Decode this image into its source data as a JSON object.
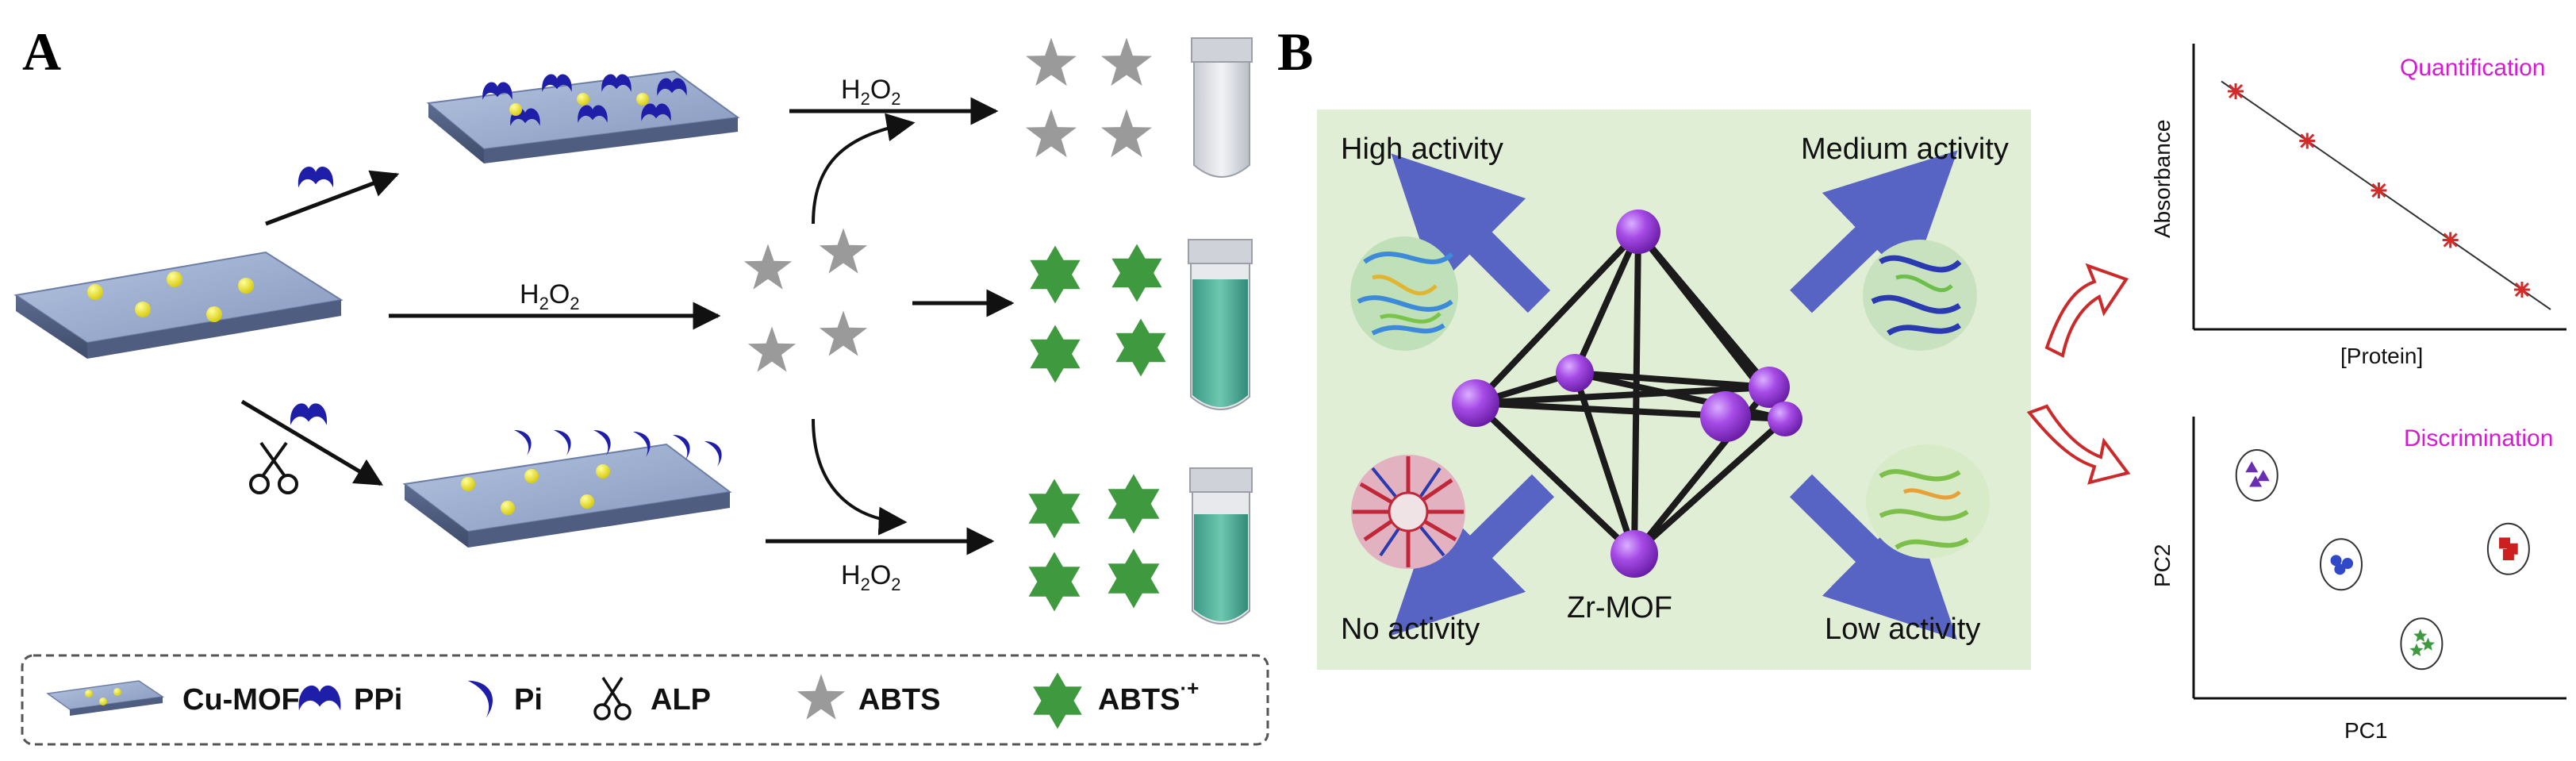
{
  "panel_a": {
    "letter": "A",
    "h2o2_top": "H",
    "h2o2_mid": "H",
    "h2o2_bot": "H",
    "h2o2_sub": "2",
    "h2o2_o": "O",
    "legend": {
      "cu_mof": "Cu-MOF",
      "ppi": "PPi",
      "pi": "Pi",
      "alp": "ALP",
      "abts": "ABTS",
      "abts_rad": "ABTS",
      "abts_rad_sup": "·+"
    }
  },
  "panel_b": {
    "letter": "B",
    "high": "High activity",
    "medium": "Medium activity",
    "none": "No activity",
    "low": "Low activity",
    "mof": "Zr-MOF",
    "quant": {
      "title": "Quantification",
      "ylabel": "Absorbance",
      "xlabel": "[Protein]"
    },
    "disc": {
      "title": "Discrimination",
      "ylabel": "PC2",
      "xlabel": "PC1"
    }
  },
  "colors": {
    "ppi": "#1e1ea8",
    "abts": "#9a9a9a",
    "abts_rad": "#3f9a3f",
    "mof_node": "#a64be6",
    "bg_green": "#e1eed6",
    "arrow_blue": "#5864c4",
    "magenta": "#d41ccf",
    "red_arrow": "#cc2a2a"
  },
  "chart_data": [
    {
      "type": "scatter",
      "title": "Quantification",
      "xlabel": "[Protein]",
      "ylabel": "Absorbance",
      "x": [
        1,
        2,
        3,
        4,
        5
      ],
      "y": [
        5,
        4,
        3,
        2,
        1
      ],
      "trend": "decreasing linear"
    },
    {
      "type": "scatter",
      "title": "Discrimination",
      "xlabel": "PC1",
      "ylabel": "PC2",
      "series": [
        {
          "color": "#6a2fb0",
          "marker": "triangle",
          "points": [
            [
              1.0,
              4.2
            ],
            [
              1.15,
              4.05
            ],
            [
              1.05,
              3.95
            ]
          ]
        },
        {
          "color": "#2f49c8",
          "marker": "circle",
          "points": [
            [
              2.1,
              2.6
            ],
            [
              2.25,
              2.55
            ],
            [
              2.15,
              2.45
            ]
          ]
        },
        {
          "color": "#3f9a3f",
          "marker": "star",
          "points": [
            [
              3.2,
              1.3
            ],
            [
              3.3,
              1.15
            ],
            [
              3.15,
              1.05
            ]
          ]
        },
        {
          "color": "#cc1f1f",
          "marker": "square",
          "points": [
            [
              4.3,
              2.9
            ],
            [
              4.4,
              2.8
            ],
            [
              4.35,
              2.7
            ]
          ]
        }
      ]
    }
  ]
}
